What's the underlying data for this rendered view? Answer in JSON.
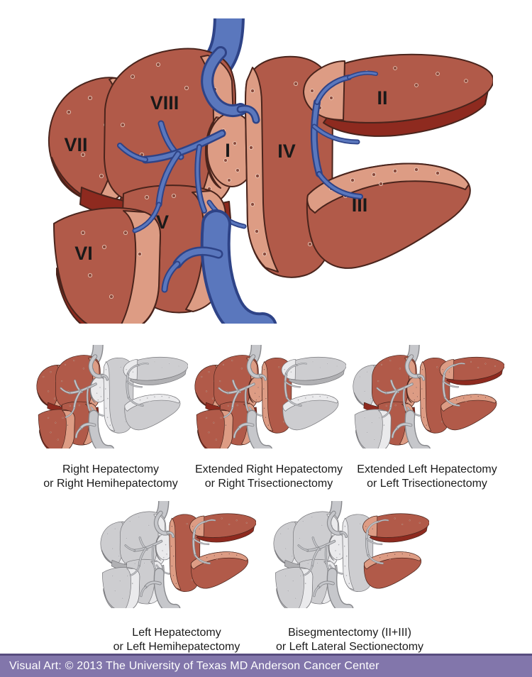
{
  "main_figure": {
    "name": "liver-couinaud-segments",
    "segment_numerals": {
      "I": "I",
      "II": "II",
      "III": "III",
      "IV": "IV",
      "V": "V",
      "VI": "VI",
      "VII": "VII",
      "VIII": "VIII"
    }
  },
  "procedures": [
    {
      "label_line1": "Right Hepatectomy",
      "label_line2": "or Right Hemihepatectomy",
      "grey_segments": [
        "I",
        "II",
        "III",
        "IV"
      ]
    },
    {
      "label_line1": "Extended Right Hepatectomy",
      "label_line2": "or Right Trisectionectomy",
      "grey_segments": [
        "II",
        "III"
      ]
    },
    {
      "label_line1": "Extended Left Hepatectomy",
      "label_line2": "or Left Trisectionectomy",
      "grey_segments": [
        "VI",
        "VII"
      ]
    },
    {
      "label_line1": "Left Hepatectomy",
      "label_line2": "or Left Hemihepatectomy",
      "grey_segments": [
        "I",
        "V",
        "VI",
        "VII",
        "VIII"
      ]
    },
    {
      "label_line1": "Bisegmentectomy (II+III)",
      "label_line2": "or Left Lateral Sectionectomy",
      "grey_segments": [
        "I",
        "IV",
        "V",
        "VI",
        "VII",
        "VIII"
      ]
    }
  ],
  "footer": {
    "text": "Visual Art: © 2013 The University of Texas MD Anderson Cancer Center"
  },
  "colors": {
    "liver-body": "#b15a49",
    "liver-cut": "#dd9c84",
    "liver-dark": "#8e2a1f",
    "liver-outline": "#4a241c",
    "vessel-core": "#5a77bd",
    "vessel-outline": "#2e4387",
    "grey-body": "#cdcdd0",
    "grey-cut": "#eaeaec",
    "grey-dark": "#b0b0b3",
    "grey-vessel-core": "#c6c7cb",
    "grey-vessel-outline": "#87888c",
    "footer-bar": "#8276ab",
    "footer-border": "#584d7f",
    "footer-text": "#ffffff",
    "background": "#ffffff"
  }
}
